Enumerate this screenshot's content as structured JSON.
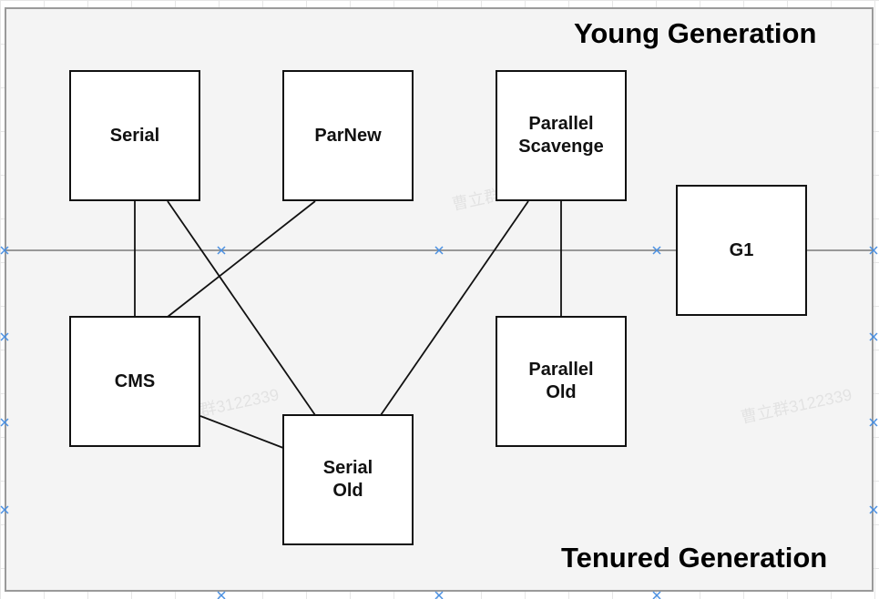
{
  "regions": {
    "young": "Young Generation",
    "tenured": "Tenured Generation"
  },
  "nodes": {
    "serial": "Serial",
    "parnew": "ParNew",
    "parallel_scavenge": "Parallel\nScavenge",
    "g1": "G1",
    "cms": "CMS",
    "serial_old": "Serial\nOld",
    "parallel_old": "Parallel\nOld"
  },
  "connections": [
    [
      "serial",
      "cms"
    ],
    [
      "serial",
      "serial_old"
    ],
    [
      "parnew",
      "cms"
    ],
    [
      "cms",
      "serial_old"
    ],
    [
      "parallel_scavenge",
      "serial_old"
    ],
    [
      "parallel_scavenge",
      "parallel_old"
    ]
  ],
  "watermark": "曹立群3122339"
}
